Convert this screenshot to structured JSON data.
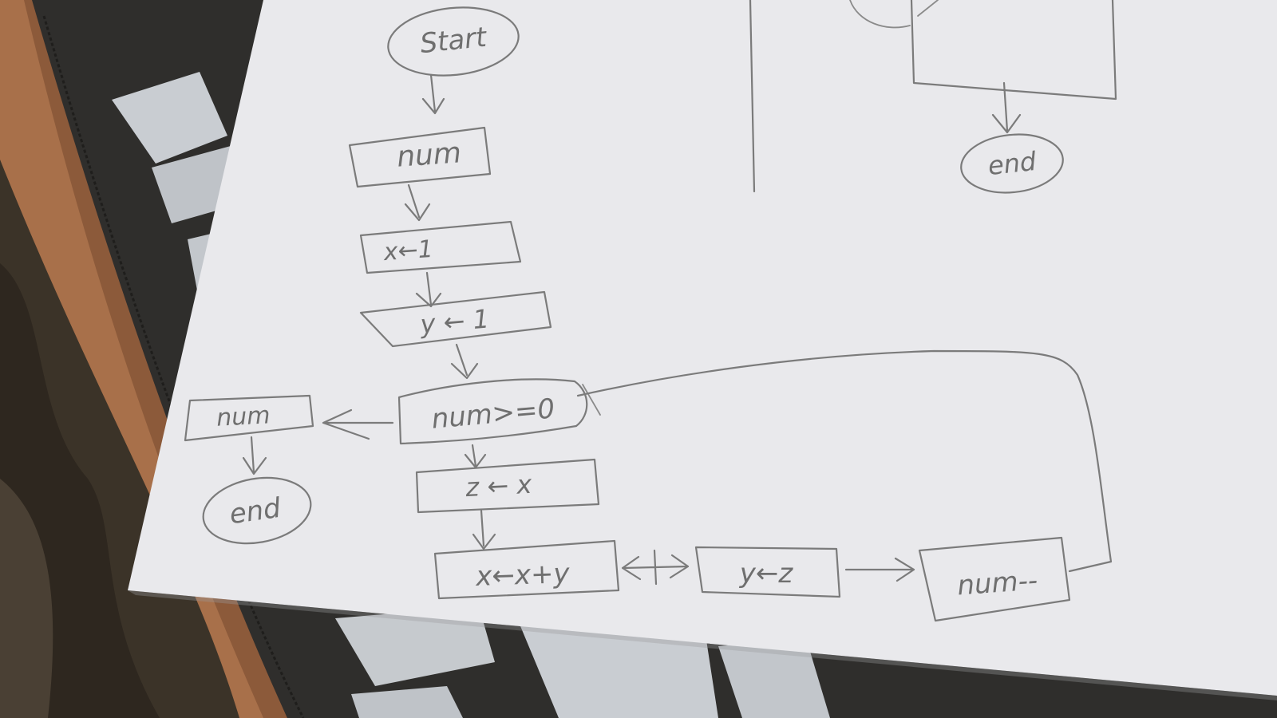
{
  "diagram": {
    "start": "Start",
    "input_num": "num",
    "assign_x": "x←1",
    "assign_y": "y ← 1",
    "condition": "num>=0",
    "output_num": "num",
    "end_left": "end",
    "assign_z": "z ← x",
    "assign_x_sum": "x←x+y",
    "assign_y_z": "y←z",
    "decrement": "num--",
    "end_right": "end"
  },
  "colors": {
    "paper": "#e9e9ec",
    "ink": "#7b7b7b",
    "folder": "#2f2e2c",
    "wood": "#a8704a",
    "fabric": "#3b3328"
  }
}
